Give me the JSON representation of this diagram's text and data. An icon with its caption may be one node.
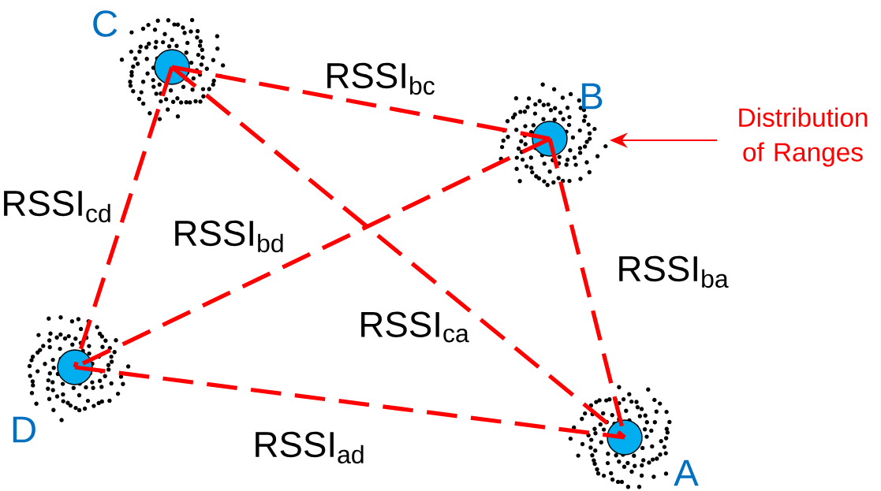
{
  "diagram": {
    "nodes": [
      {
        "text": [],
        "shape": "circle"
      },
      {
        "text": [],
        "shape": "circle"
      },
      {
        "text": [
          "Distribution of Ranges"
        ]
      },
      {
        "text": [],
        "shape": "circle"
      },
      {
        "text": [],
        "shape": "circle"
      }
    ],
    "edges": [
      {
        "from": 0,
        "to": 1,
        "arrow": "none",
        "style": "dashed",
        "label": "RSSI$_{bc}$"
      },
      {
        "from": 0,
        "to": 3,
        "arrow": "none",
        "style": "dashed",
        "label": "RSSI$_{cd}$"
      },
      {
        "from": 1,
        "to": 3,
        "arrow": "none",
        "style": "dashed",
        "label": "RSSI$_{bd}$"
      },
      {
        "from": 1,
        "to": 4,
        "arrow": "none",
        "style": "dashed",
        "label": "RSSI$_{ba}$"
      },
      {
        "from": 0,
        "to": 4,
        "arrow": "none",
        "style": "dashed",
        "label": "RSSI$_{ca}$"
      },
      {
        "from": 3,
        "to": 4,
        "arrow": "none",
        "style": "dashed",
        "label": "RSSI$_{ad}$"
      },
      {
        "from": 2,
        "to": 1,
        "arrow": "to"
      }
    ],
    "labels": [
      "C",
      "B",
      "D",
      "A"
    ]
  }
}
